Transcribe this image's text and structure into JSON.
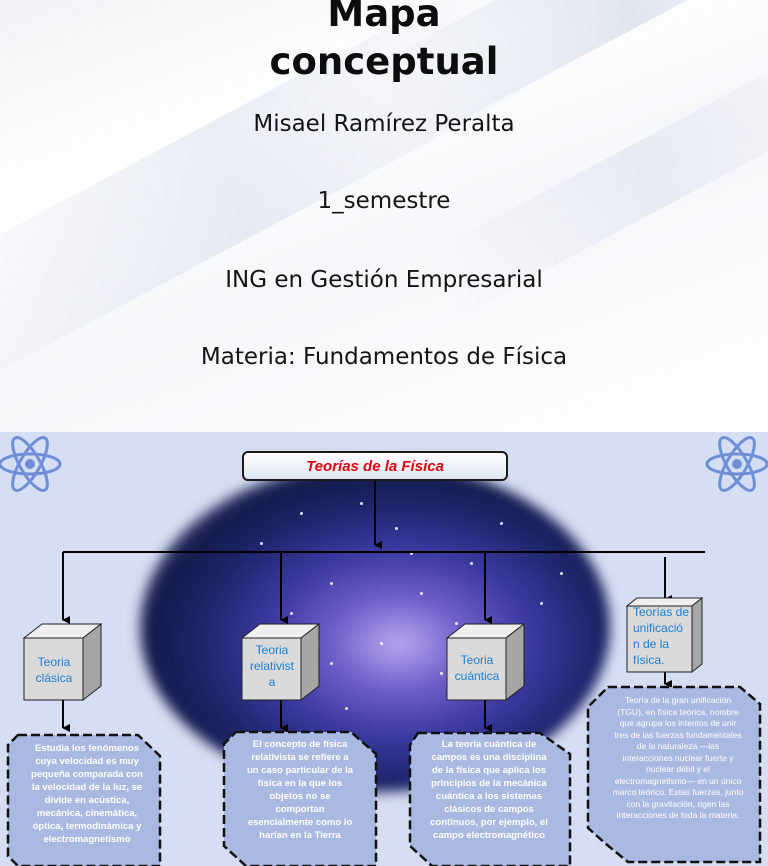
{
  "slide1": {
    "title_line1": "Mapa",
    "title_line2": "conceptual",
    "author": "Misael Ramírez Peralta",
    "semester": "1_semestre",
    "career": "ING en Gestión Empresarial",
    "subject": "Materia: Fundamentos de Física"
  },
  "map": {
    "root": "Teorías de la Física",
    "nodes": [
      {
        "label": "Teoria\nclásica",
        "description": "Estudia los fenómenos cuya velocidad es muy pequeña comparada con la velocidad de la luz, se divide en acústica, mecánica, cinemática, óptica, termodinámica y electromagnetismo"
      },
      {
        "label": "Teoria\nrelativist\na",
        "description": "El concepto de física relativista se refiere a un caso particular de la física en la que los objetos no se comportan esencialmente como lo harían en la Tierra"
      },
      {
        "label": "Teoria\ncuántica",
        "description": "La teoría cuántica de campos es una disciplina de la física que aplica los principios de la mecánica cuántica a los sistemas clásicos de campos continuos, por ejemplo, el campo electromagnético"
      },
      {
        "label": "Teorías de\nunificació\nn de la\nfísica.",
        "description": "Teoría de la gran unificación (TGU), en física teórica, nombre que agrupa los intentos de unir tres de las fuerzas fundamentales de la naturaleza —las interacciones nuclear fuerte y nuclear débil y el electromagnetismo— en un único marco teórico. Estas fuerzas, junto con la gravitación, rigen las interacciones de toda la materia."
      }
    ]
  },
  "colors": {
    "root_text": "#e00012",
    "node_text": "#1d7fd0",
    "desc_fill": "#a9b9e2",
    "atom": "#6f8fd8"
  },
  "icons": [
    "atom-icon",
    "atom-icon"
  ]
}
